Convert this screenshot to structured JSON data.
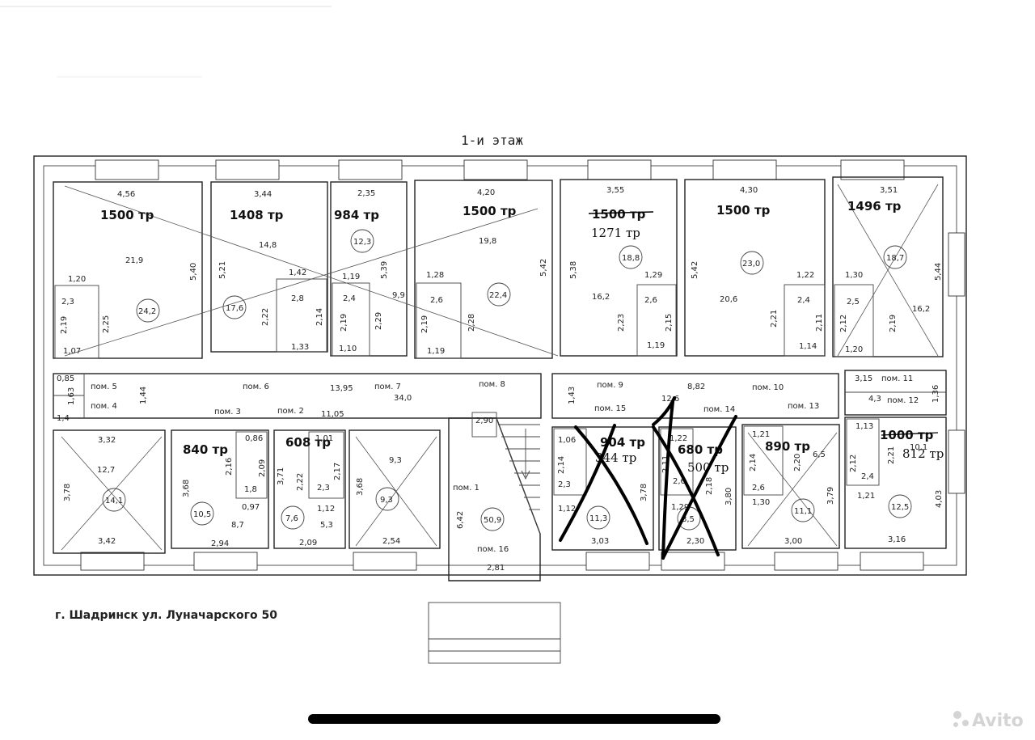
{
  "title": "1-и этаж",
  "address": "г. Шадринск ул. Луначарского 50",
  "watermark": "Avito",
  "prices": {
    "p1": "1500 тр",
    "p2": "1408 тр",
    "p3": "984 тр",
    "p4": "1500 тр",
    "p5": "1500 тр",
    "p5_hand": "1271 тр",
    "p6": "1500 тр",
    "p7": "1496 тр",
    "p8": "840 тр",
    "p9": "608 тр",
    "p10": "904 тр",
    "p10_hand": "344 тр",
    "p11": "680 тр",
    "p11_hand": "500 тр",
    "p12": "890 тр",
    "p13": "1000 тр",
    "p13_hand": "812 тр"
  },
  "rooms": {
    "r5": "пом. 5",
    "r4": "пом. 4",
    "r6": "пом. 6",
    "r7": "пом. 7",
    "r8": "пом. 8",
    "r9": "пом. 9",
    "r10": "пом. 10",
    "r11": "пом. 11",
    "r12": "пом. 12",
    "r3": "пом. 3",
    "r2": "пом. 2",
    "r15": "пом. 15",
    "r14": "пом. 14",
    "r13": "пом. 13",
    "r1": "пом. 1",
    "r16": "пом. 16"
  },
  "areas": {
    "a1": "24,2",
    "a2": "17,6",
    "a3": "12,3",
    "a4": "22,4",
    "a5": "18,8",
    "a6": "23,0",
    "a7": "18,7",
    "a8": "14,1",
    "a9": "10,5",
    "a10": "7,6",
    "a11": "9,3",
    "a12": "50,9",
    "a13": "11,3",
    "a14": "8,5",
    "a15": "11,1",
    "a16": "12,5"
  },
  "dims": {
    "d1": "4,56",
    "d2": "3,44",
    "d3": "2,35",
    "d4": "4,20",
    "d5": "3,55",
    "d6": "4,30",
    "d7": "3,51",
    "s1": "21,9",
    "s2": "14,8",
    "s3": "19,8",
    "s4": "16,2",
    "s5": "20,6",
    "s6": "16,2",
    "h1": "5,40",
    "h2": "5,21",
    "h3": "5,39",
    "h4": "5,42",
    "h5": "5,38",
    "h6": "5,42",
    "h7": "5,44",
    "b1": "1,20",
    "b2": "1,42",
    "b3": "1,19",
    "b4": "1,28",
    "b5": "1,29",
    "b6": "1,22",
    "b7": "1,30",
    "c1": "2,3",
    "c2": "2,8",
    "c3": "2,4",
    "c4": "2,6",
    "c5": "2,6",
    "c6": "2,4",
    "c7": "2,5",
    "e1": "2,19",
    "e2": "2,25",
    "e3": "2,22",
    "e4": "2,14",
    "e5": "2,19",
    "e6": "2,29",
    "e7": "2,19",
    "e8": "2,28",
    "e9": "2,23",
    "e10": "2,15",
    "e11": "2,21",
    "e12": "2,11",
    "e13": "2,12",
    "e14": "2,19",
    "f1": "1,07",
    "f2": "1,33",
    "f3": "1,10",
    "f4": "1,19",
    "f5": "1,19",
    "f6": "1,14",
    "f7": "1,20",
    "g1": "9,9",
    "corr1": "13,95",
    "corr2": "34,0",
    "corr3": "8,82",
    "corr4": "11,05",
    "corr5": "12,6",
    "k1": "0,85",
    "k2": "1,63",
    "k3": "1,4",
    "k4": "1,44",
    "k5": "1,43",
    "k6": "3,15",
    "k7": "4,3",
    "k8": "1,36",
    "l1": "3,32",
    "l2": "12,7",
    "l3": "3,78",
    "l4": "3,42",
    "m1": "3,68",
    "m2": "2,16",
    "m3": "0,86",
    "m4": "2,09",
    "m5": "1,8",
    "m6": "0,97",
    "m7": "8,7",
    "m8": "2,94",
    "n1": "3,71",
    "n2": "1,01",
    "n3": "2,22",
    "n4": "2,17",
    "n5": "2,3",
    "n6": "1,12",
    "n7": "5,3",
    "n8": "2,09",
    "o1": "3,68",
    "o2": "9,3",
    "o3": "2,54",
    "q1": "2,90",
    "q2": "6,42",
    "q3": "2,81",
    "u1": "1,06",
    "u2": "2,14",
    "u3": "2,3",
    "u4": "1,12",
    "u5": "3,78",
    "u6": "3,03",
    "v1": "1,22",
    "v2": "2,11",
    "v3": "2,6",
    "v4": "2,18",
    "v5": "1,29",
    "v6": "3,80",
    "v7": "2,30",
    "w1": "1,21",
    "w2": "2,14",
    "w3": "2,20",
    "w4": "6,5",
    "w5": "2,6",
    "w6": "1,30",
    "w7": "3,79",
    "w8": "3,00",
    "y1": "1,13",
    "y2": "2,12",
    "y3": "2,21",
    "y4": "10,1",
    "y5": "2,4",
    "y6": "1,21",
    "y7": "4,03",
    "y8": "3,16"
  }
}
